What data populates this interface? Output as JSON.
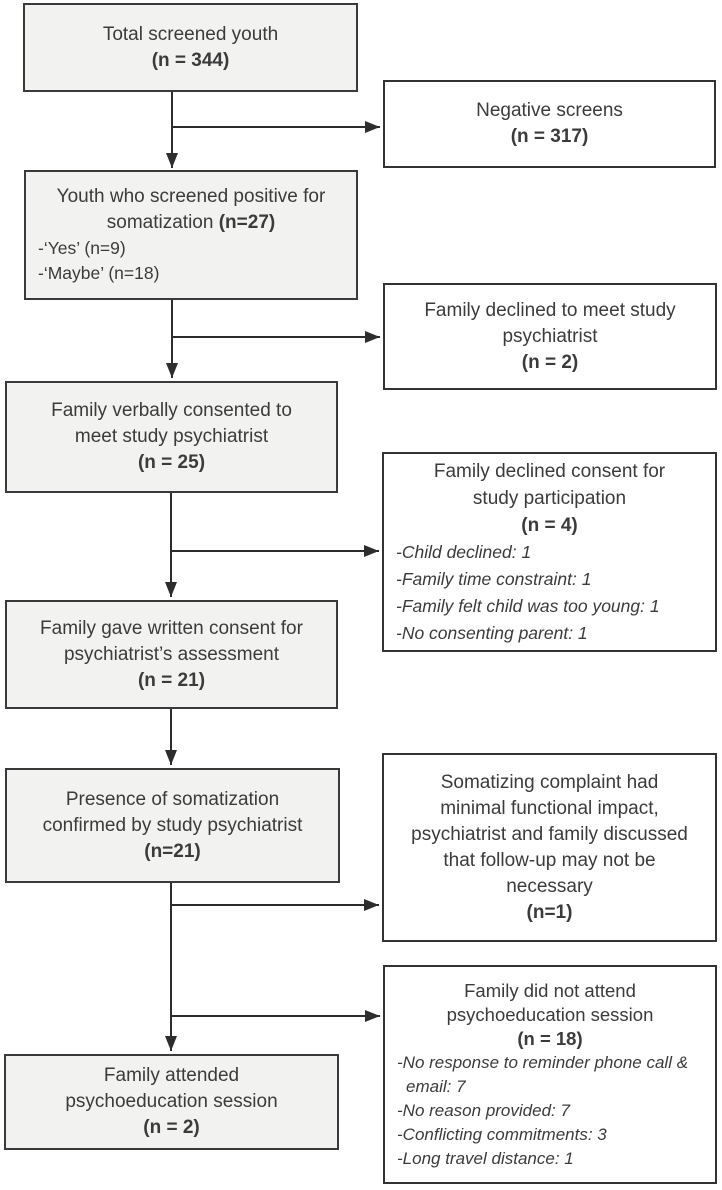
{
  "diagram": {
    "type": "study-flowchart",
    "colors": {
      "left_box_fill": "#f2f2f0",
      "right_box_fill": "#ffffff",
      "border": "#3a3a3a",
      "arrow": "#2d2d2d",
      "text": "#3b3b3b"
    },
    "boxes": {
      "total_screened": {
        "line1": "Total screened youth",
        "n": "(n = 344)"
      },
      "negative_screens": {
        "line1": "Negative screens",
        "n": "(n = 317)"
      },
      "screened_positive": {
        "line1": "Youth who screened positive for",
        "line2": "somatization",
        "n": "(n=27)",
        "bullets": [
          "-‘Yes’ (n=9)",
          "-‘Maybe’ (n=18)"
        ]
      },
      "declined_meet": {
        "line1": "Family declined to meet study",
        "line2": "psychiatrist",
        "n": "(n = 2)"
      },
      "verbal_consent": {
        "line1": "Family verbally consented to",
        "line2": "meet study psychiatrist",
        "n": "(n = 25)"
      },
      "declined_consent": {
        "line1": "Family declined consent for",
        "line2": "study participation",
        "n": "(n = 4)",
        "bullets": [
          "-Child declined: 1",
          "-Family time constraint: 1",
          "-Family felt child was too young: 1",
          "-No consenting parent: 1"
        ]
      },
      "written_consent": {
        "line1": "Family gave written consent for",
        "line2": "psychiatrist’s assessment",
        "n": "(n = 21)"
      },
      "somatization_confirmed": {
        "line1": "Presence of somatization",
        "line2": "confirmed by study psychiatrist",
        "n": "(n=21)"
      },
      "minimal_impact": {
        "lines": [
          "Somatizing complaint had",
          "minimal functional impact,",
          "psychiatrist and family discussed",
          "that follow-up may not be",
          "necessary"
        ],
        "n": "(n=1)"
      },
      "did_not_attend": {
        "line1": "Family did not attend",
        "line2": "psychoeducation session",
        "n": "(n = 18)",
        "bullets": [
          "-No response to reminder phone call & email: 7",
          "-No reason provided: 7",
          "-Conflicting commitments: 3",
          "-Long travel distance: 1"
        ]
      },
      "attended": {
        "line1": "Family attended",
        "line2": "psychoeducation session",
        "n": "(n = 2)"
      }
    }
  }
}
